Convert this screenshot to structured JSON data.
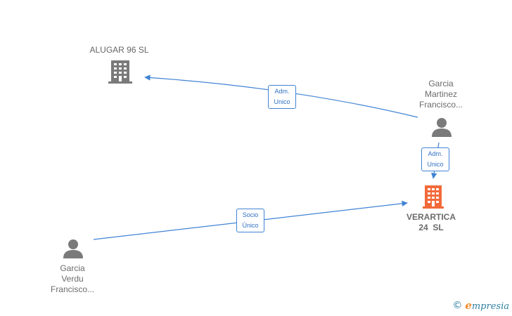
{
  "nodes": {
    "alugar": {
      "label": "ALUGAR 96 SL",
      "icon": "building-icon",
      "color": "#7a7a7a"
    },
    "garcia_martinez": {
      "lines": [
        "Garcia",
        "Martinez",
        "Francisco..."
      ],
      "icon": "person-icon",
      "color": "#7a7a7a"
    },
    "verartica": {
      "lines": [
        "VERARTICA",
        "24  SL"
      ],
      "icon": "building-icon",
      "color": "#f26a3a"
    },
    "garcia_verdu": {
      "lines": [
        "Garcia",
        "Verdu",
        "Francisco..."
      ],
      "icon": "person-icon",
      "color": "#7a7a7a"
    }
  },
  "edges": {
    "adm_alugar": {
      "lines": [
        "Adm.",
        "Unico"
      ]
    },
    "adm_verartica": {
      "lines": [
        "Adm.",
        "Unico"
      ]
    },
    "socio_unico": {
      "lines": [
        "Socio",
        "Único"
      ]
    }
  },
  "watermark": {
    "copyright": "©",
    "brand_initial": "e",
    "brand_rest": "mpresia"
  },
  "colors": {
    "edge": "#3f83d4",
    "node_gray": "#7a7a7a",
    "node_highlight": "#f26a3a"
  }
}
